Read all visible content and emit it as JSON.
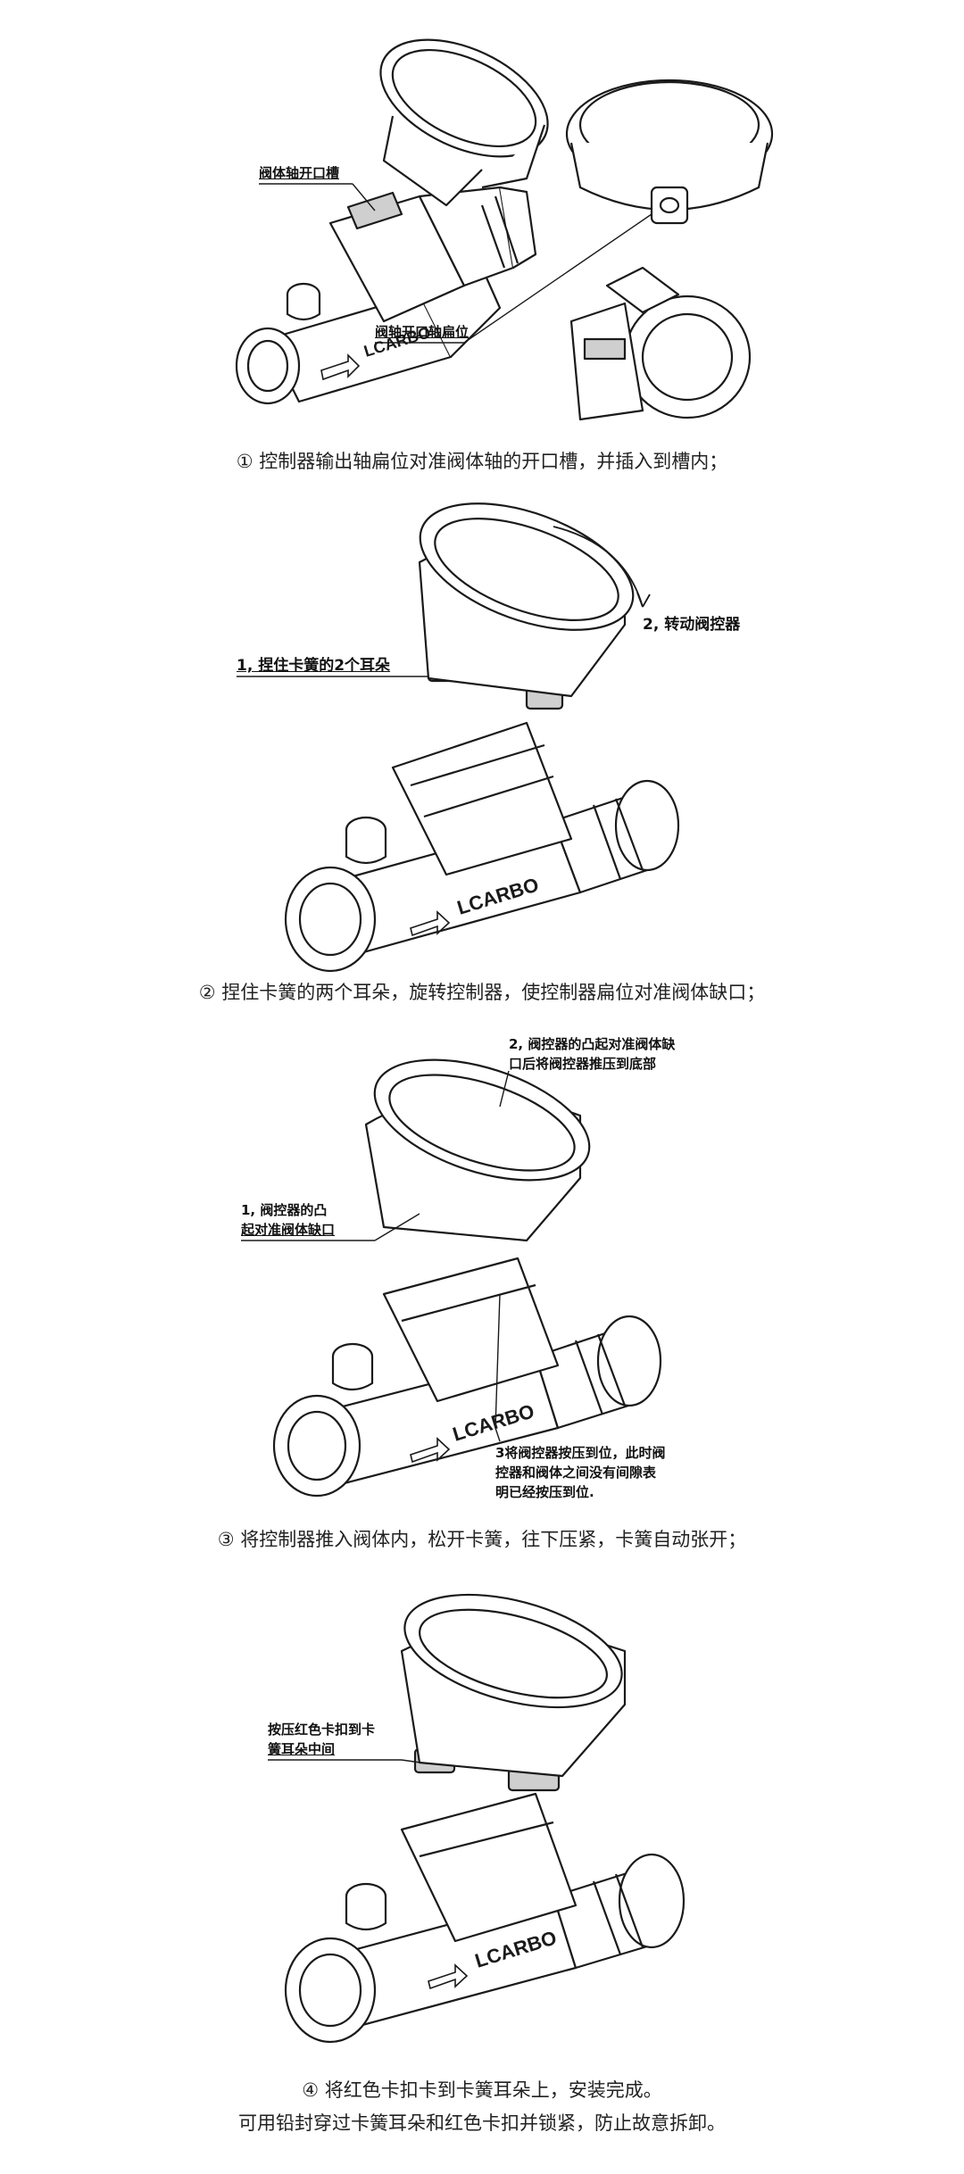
{
  "brand": "LCARBO",
  "steps": [
    {
      "caption": "① 控制器输出轴扁位对准阀体轴的开口槽，并插入到槽内；",
      "annotations": [
        "阀体轴开口槽",
        "阀轴开口轴扁位"
      ]
    },
    {
      "caption": "②  捏住卡簧的两个耳朵，旋转控制器，使控制器扁位对准阀体缺口；",
      "annotations": [
        "1, 捏住卡簧的2个耳朵",
        "2, 转动阀控器"
      ]
    },
    {
      "caption": "③  将控制器推入阀体内，松开卡簧，往下压紧，卡簧自动张开；",
      "annotations": [
        "2, 阀控器的凸起对准阀体缺",
        "口后将阀控器推压到底部",
        "1, 阀控器的凸",
        "起对准阀体缺口",
        "3将阀控器按压到位，此时阀",
        "控器和阀体之间没有间隙表",
        "明已经按压到位."
      ]
    },
    {
      "caption_lines": [
        "④ 将红色卡扣卡到卡簧耳朵上，安装完成。",
        "可用铅封穿过卡簧耳朵和红色卡扣并锁紧，防止故意拆卸。"
      ],
      "annotations": [
        "按压红色卡扣到卡",
        "簧耳朵中间"
      ]
    }
  ],
  "colors": {
    "line": "#1a1a1a",
    "fill": "#ffffff",
    "shade": "#cfcfcf"
  }
}
